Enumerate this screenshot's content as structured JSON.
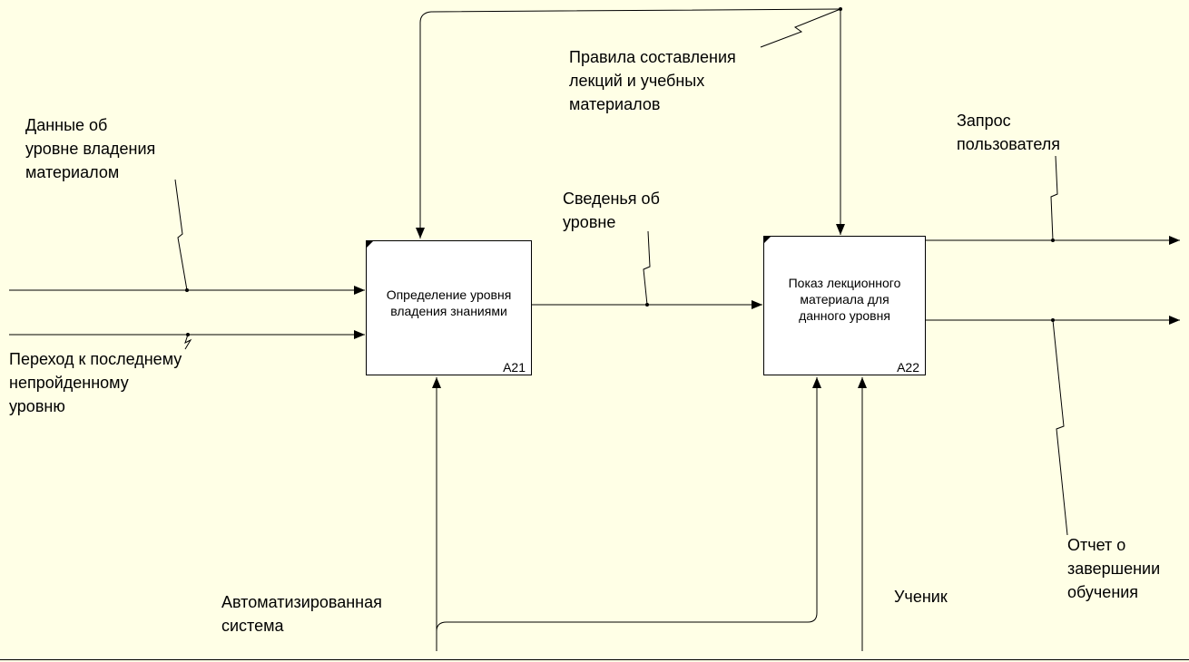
{
  "colors": {
    "background": "#ffffe6",
    "box_fill": "#ffffff",
    "line": "#000000"
  },
  "activities": [
    {
      "id": "a21",
      "title": [
        "Определение уровня",
        "владения знаниями"
      ],
      "node": "A21"
    },
    {
      "id": "a22",
      "title": [
        "Показ лекционного",
        "материала для",
        "данного уровня"
      ],
      "node": "A22"
    }
  ],
  "arrows": {
    "input_data": [
      "Данные об",
      "уровне владения",
      "материалом"
    ],
    "input_transition": [
      "Переход к последнему",
      "непройденному",
      "уровню"
    ],
    "control_rules": [
      "Правила составления",
      "лекций и учебных",
      "материалов"
    ],
    "level_info": [
      "Сведенья об",
      "уровне"
    ],
    "output_request": [
      "Запрос",
      "пользователя"
    ],
    "output_report": [
      "Отчет о",
      "завершении",
      "обучения"
    ],
    "mechanism_system": [
      "Автоматизированная",
      "система"
    ],
    "mechanism_student": [
      "Ученик"
    ]
  }
}
